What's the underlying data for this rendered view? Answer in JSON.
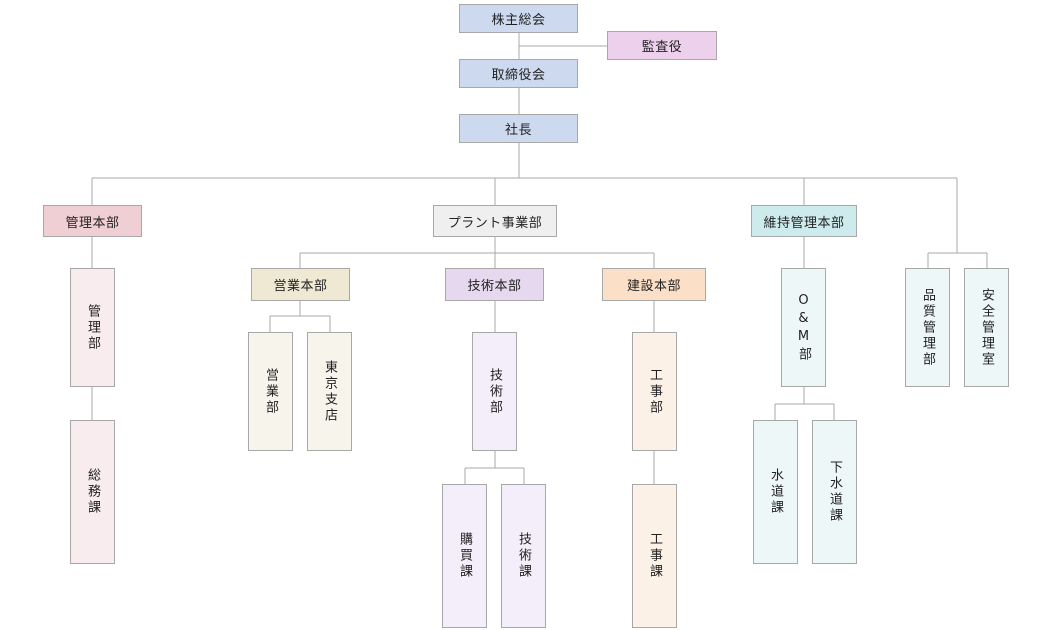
{
  "org": {
    "shareholders": "株主総会",
    "auditor": "監査役",
    "board": "取締役会",
    "president": "社長",
    "admin_hq": "管理本部",
    "admin_dept": "管理部",
    "general_affairs": "総務課",
    "plant_div": "プラント事業部",
    "sales_hq": "営業本部",
    "sales_dept": "営業部",
    "tokyo_branch": "東京支店",
    "tech_hq": "技術本部",
    "tech_dept": "技術部",
    "purchasing": "購買課",
    "tech_section": "技術課",
    "construction_hq": "建設本部",
    "construction_dept": "工事部",
    "construction_section": "工事課",
    "om_hq": "維持管理本部",
    "om_dept": "O&M部",
    "water": "水道課",
    "sewer": "下水道課",
    "quality": "品質管理部",
    "safety": "安全管理室"
  },
  "colors": {
    "line": "#a8a8a8"
  }
}
